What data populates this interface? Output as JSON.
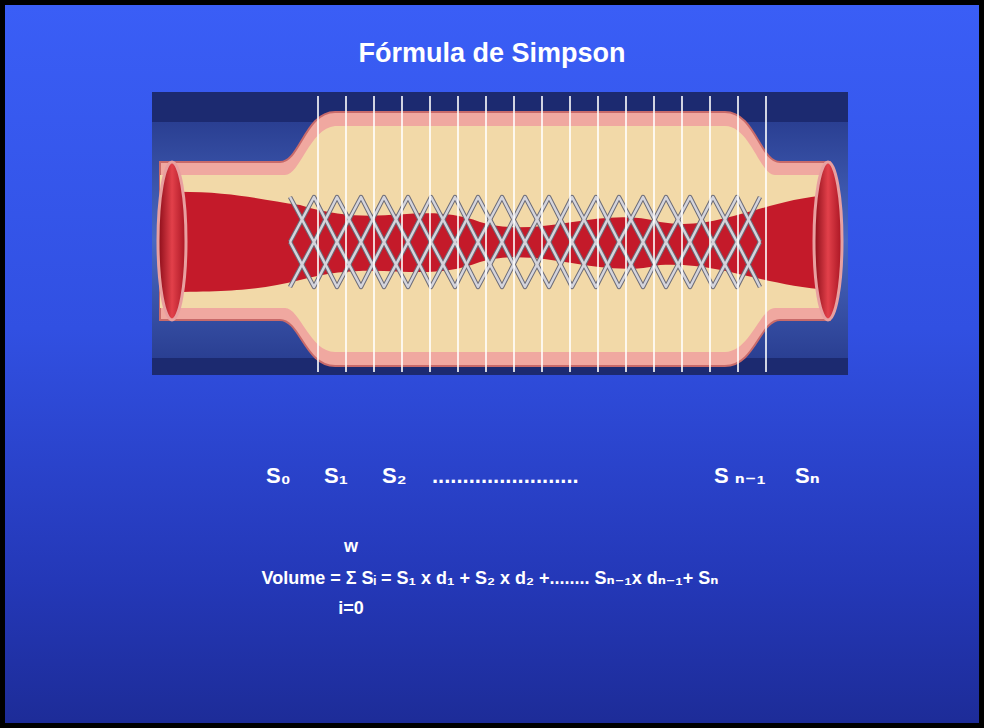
{
  "diagram": {
    "title": "Fórmula de Simpson",
    "labels": [
      "S₀",
      "S₁",
      "S₂",
      "........................",
      "S ₙ₋₁",
      "Sₙ",
      "w",
      "Volume = Σ Sᵢ = S₁ x d₁ + S₂ x d₂ +........ Sₙ₋₁x dₙ₋₁+ Sₙ",
      "i=0"
    ]
  }
}
